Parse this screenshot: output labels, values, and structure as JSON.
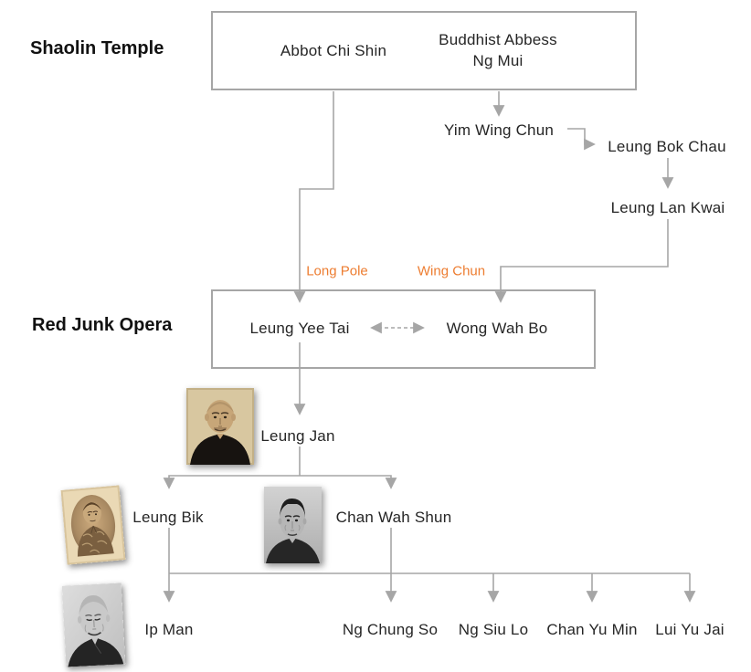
{
  "sections": {
    "shaolin_temple": "Shaolin Temple",
    "red_junk_opera": "Red Junk Opera"
  },
  "nodes": {
    "abbot_chi_shin": "Abbot Chi Shin",
    "ng_mui_line1": "Buddhist Abbess",
    "ng_mui_line2": "Ng Mui",
    "yim_wing_chun": "Yim Wing Chun",
    "leung_bok_chau": "Leung Bok Chau",
    "leung_lan_kwai": "Leung Lan Kwai",
    "leung_yee_tai": "Leung Yee Tai",
    "wong_wah_bo": "Wong Wah Bo",
    "leung_jan": "Leung Jan",
    "leung_bik": "Leung Bik",
    "chan_wah_shun": "Chan Wah Shun",
    "ip_man": "Ip Man",
    "ng_chung_so": "Ng Chung So",
    "ng_siu_lo": "Ng Siu Lo",
    "chan_yu_min": "Chan Yu Min",
    "lui_yu_jai": "Lui Yu Jai"
  },
  "edge_labels": {
    "long_pole": "Long Pole",
    "wing_chun": "Wing Chun"
  },
  "photos": {
    "leung_jan": "sepia portrait of Leung Jan",
    "leung_bik": "sepia oval portrait of Leung Bik",
    "chan_wah_shun": "black-and-white portrait of Chan Wah Shun",
    "ip_man": "black-and-white portrait of Ip Man"
  },
  "colors": {
    "connector_gray": "#a6a6a6",
    "text": "#262626",
    "accent_orange": "#ED7D31"
  }
}
